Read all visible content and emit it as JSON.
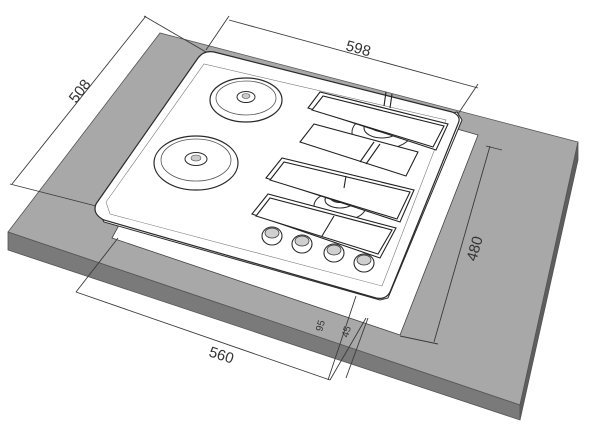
{
  "dimensions": {
    "width": "598",
    "depth": "508",
    "cutout_width": "560",
    "cutout_depth": "480",
    "thickness_a": "95",
    "thickness_b": "45"
  },
  "colors": {
    "worktop_top": "#a8a8a8",
    "worktop_front": "#7a7a7a",
    "worktop_side": "#5e5e5e",
    "hob_surface": "#ffffff",
    "line": "#2a2a2a"
  }
}
